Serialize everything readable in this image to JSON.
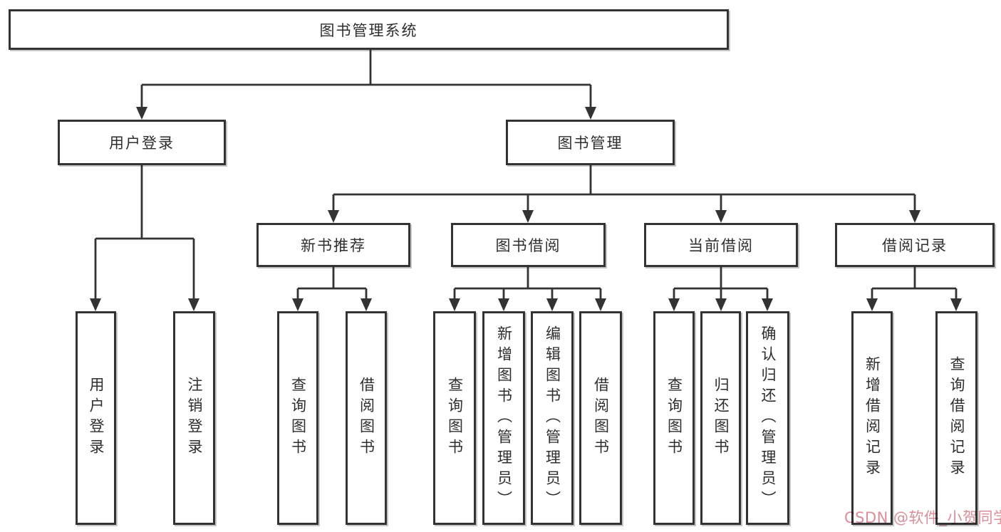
{
  "tree": {
    "root": "图书管理系统",
    "login": {
      "label": "用户登录",
      "children": [
        "用户登录",
        "注销登录"
      ]
    },
    "mgmt": {
      "label": "图书管理",
      "children": [
        {
          "label": "新书推荐",
          "children": [
            "查询图书",
            "借阅图书"
          ]
        },
        {
          "label": "图书借阅",
          "children": [
            "查询图书",
            "新增图书（管理员）",
            "编辑图书（管理员）",
            "借阅图书"
          ]
        },
        {
          "label": "当前借阅",
          "children": [
            "查询图书",
            "归还图书",
            "确认归还（管理员）"
          ]
        },
        {
          "label": "借阅记录",
          "children": [
            "新增借阅记录",
            "查询借阅记录"
          ]
        }
      ]
    }
  },
  "watermark": {
    "text": "CSDN @软件_小贺同学",
    "color": "#db8e99"
  },
  "style": {
    "line_color": "#333333",
    "box_background": "#ffffff",
    "text_color": "#2e2e2e"
  }
}
